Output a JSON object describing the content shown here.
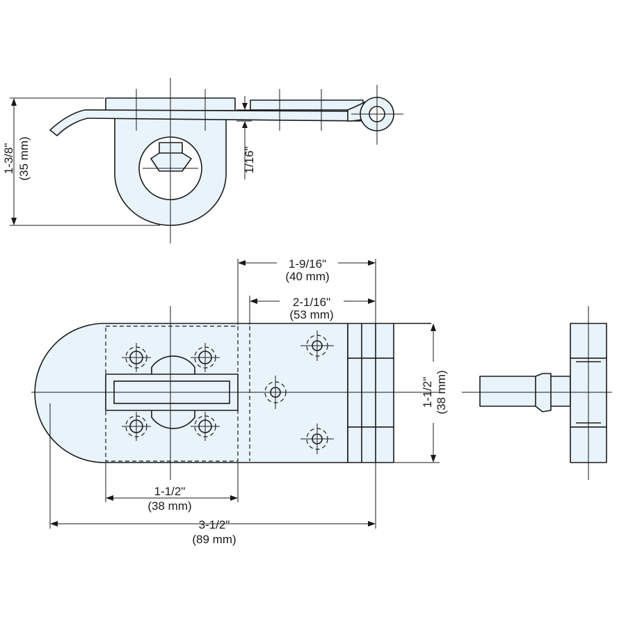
{
  "dimensions": {
    "height_total": {
      "imperial": "1-3/8\"",
      "metric": "(35 mm)"
    },
    "thickness": {
      "imperial": "1/16\""
    },
    "hole_spacing_right": {
      "imperial": "1-9/16\"",
      "metric": "(40 mm)"
    },
    "plate_to_hinge": {
      "imperial": "2-1/16\"",
      "metric": "(53 mm)"
    },
    "width_height": {
      "imperial": "1-1/2\"",
      "metric": "(38 mm)"
    },
    "base_width": {
      "imperial": "1-1/2\"",
      "metric": "(38 mm)"
    },
    "overall_length": {
      "imperial": "3-1/2\"",
      "metric": "(89 mm)"
    }
  },
  "colors": {
    "part_fill": "#e8f3fb",
    "line": "#1a1a1a"
  }
}
